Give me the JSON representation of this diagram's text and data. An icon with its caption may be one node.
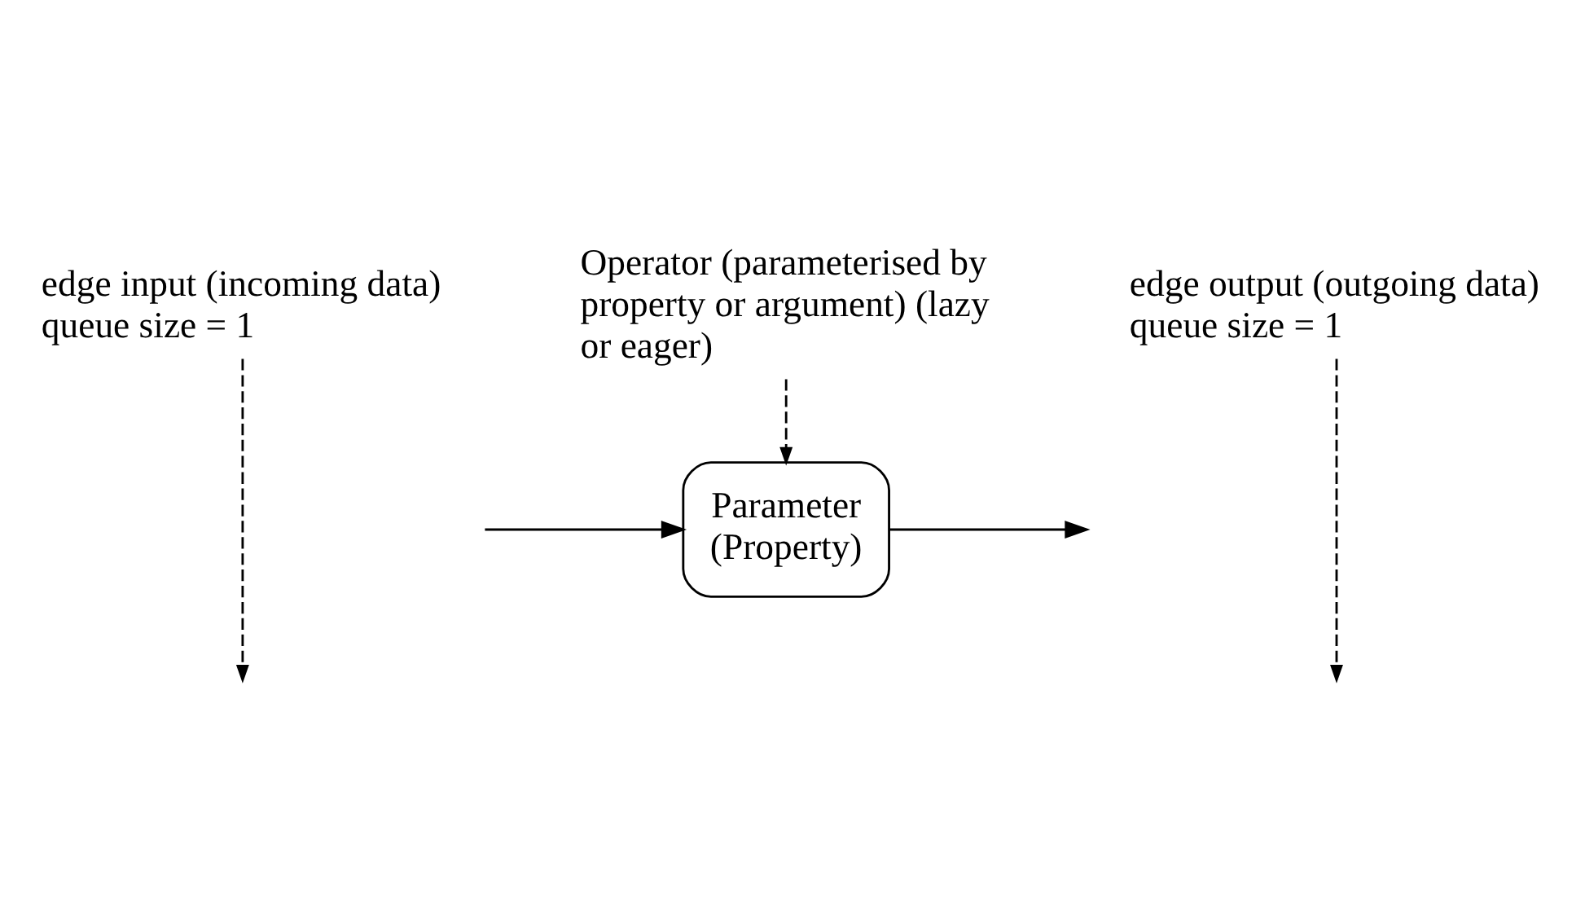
{
  "diagram": {
    "nodes": [
      {
        "text": [
          "edge input (incoming data) queue size = 1"
        ]
      },
      {
        "text": [
          "Operator (parameterised by property or argument) (lazy or eager)"
        ]
      },
      {
        "text": [
          "Parameter (Property)"
        ]
      },
      {
        "text": [
          "edge output (outgoing data) queue size = 1"
        ]
      }
    ],
    "edges": [
      {
        "from": null,
        "to": 2,
        "arrow": "to"
      },
      {
        "from": 2,
        "to": null,
        "arrow": "to"
      },
      {
        "from": 0,
        "to": null,
        "arrow": "to",
        "style": "dashed"
      },
      {
        "from": 1,
        "to": 2,
        "arrow": "to",
        "style": "dashed"
      },
      {
        "from": 3,
        "to": null,
        "arrow": "to",
        "style": "dashed"
      }
    ]
  }
}
